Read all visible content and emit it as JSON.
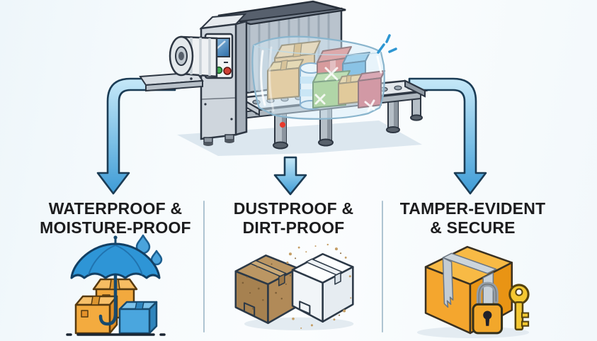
{
  "benefits": [
    {
      "id": "waterproof",
      "label_line1": "WATERPROOF &",
      "label_line2": "MOISTURE-PROOF",
      "icon": "umbrella-over-boxes-icon"
    },
    {
      "id": "dustproof",
      "label_line1": "DUSTPROOF &",
      "label_line2": "DIRT-PROOF",
      "icon": "dusty-box-clean-box-icon"
    },
    {
      "id": "tamper",
      "label_line1": "TAMPER-EVIDENT",
      "label_line2": "& SECURE",
      "icon": "locked-parcel-with-key-icon"
    }
  ],
  "illustration": {
    "name": "shrink-wrap-packaging-machine",
    "parts": [
      "film-roll",
      "control-panel-screen",
      "red-button",
      "green-button",
      "wrapped-boxes",
      "plastic-film",
      "conveyor-belt",
      "sparkle-marks"
    ]
  },
  "colors": {
    "arrow_blue": "#3e9bd6",
    "arrow_light": "#c2e6f7",
    "heading_text": "#1c1c1e",
    "divider": "#aec4d2",
    "background": "#f3f8fb",
    "umbrella_blue": "#2e95d6",
    "box_orange": "#f2a93e",
    "box_brown": "#b18a58",
    "parcel_orange": "#f4a62e",
    "key_yellow": "#f4c832"
  }
}
